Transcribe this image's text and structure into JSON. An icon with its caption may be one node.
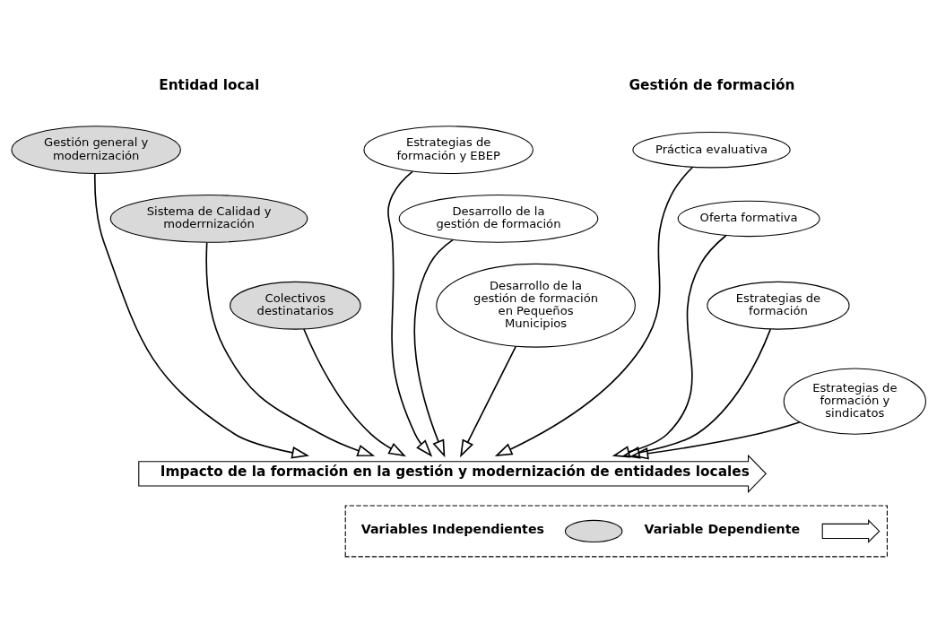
{
  "diagram": {
    "nodes": [
      {
        "text": [
          "Gestión general y modernización"
        ]
      },
      {
        "text": [
          "Sistema de Calidad y moderrnización"
        ]
      },
      {
        "text": [
          "Colectivos destinatarios"
        ]
      },
      {
        "text": [
          "Estrategias de formación y EBEP"
        ]
      },
      {
        "text": [
          "Desarrollo de la gestión de formación"
        ]
      },
      {
        "text": [
          "Desarrollo de la gestión de formación en Pequeños Municipios"
        ]
      },
      {
        "text": [
          "Práctica evaluativa"
        ]
      },
      {
        "text": [
          "Oferta formativa"
        ]
      },
      {
        "text": [
          "Estrategias de formación"
        ]
      },
      {
        "text": [
          "Estrategias de formación y sindicatos"
        ]
      },
      {
        "text": [
          "Impacto de la formación en la gestión y modernización de entidades locales"
        ]
      },
      {
        "text": [],
        "shape": "box"
      },
      {
        "text": [],
        "shape": "ellipse",
        "in": 11
      },
      {
        "text": [],
        "shape": "arrow",
        "in": 11
      }
    ],
    "edges": [
      {
        "from": 0,
        "to": 10,
        "arrow": "to"
      },
      {
        "from": 1,
        "to": 10,
        "arrow": "to"
      },
      {
        "from": 2,
        "to": 10,
        "arrow": "to"
      },
      {
        "from": 5,
        "to": 10,
        "arrow": "to"
      },
      {
        "from": 4,
        "to": 10,
        "arrow": "to"
      },
      {
        "from": 3,
        "to": 10,
        "arrow": "to"
      },
      {
        "from": 9,
        "to": 10,
        "arrow": "to"
      },
      {
        "from": 8,
        "to": 10,
        "arrow": "to"
      },
      {
        "from": 7,
        "to": 10,
        "arrow": "to"
      },
      {
        "from": 6,
        "to": 10,
        "arrow": "to"
      }
    ],
    "labels": [
      "Entidad local",
      "Gestión de formación"
    ],
    "legend": [
      {
        "text": "Variables Independientes"
      },
      {
        "text": "Variable Dependiente"
      }
    ]
  }
}
